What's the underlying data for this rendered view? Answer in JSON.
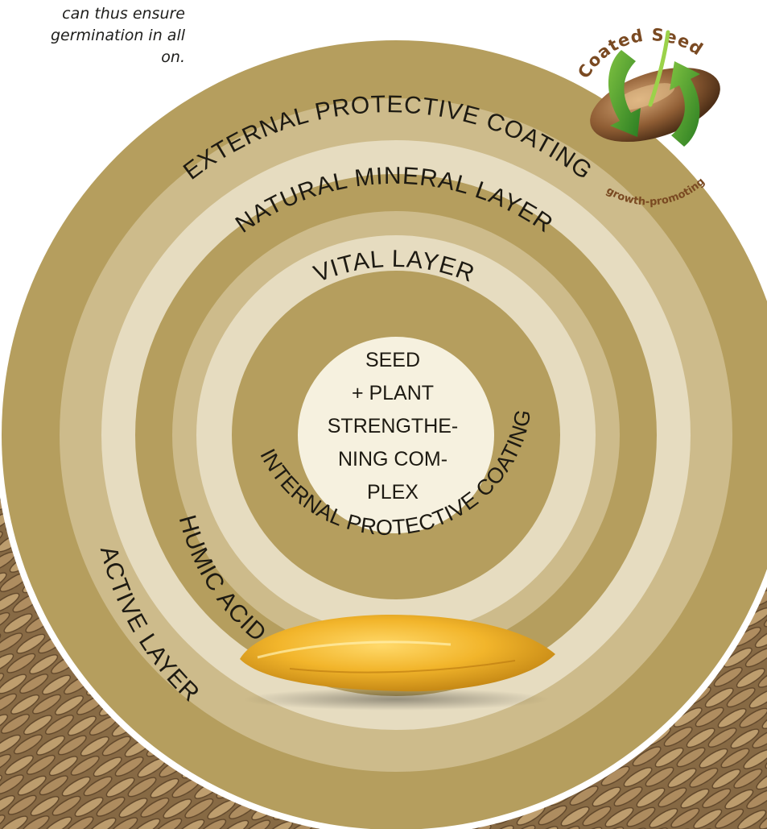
{
  "intro_lines": [
    "can thus ensure",
    "germination in all",
    "on."
  ],
  "ring_labels": {
    "external": "EXTERNAL PROTECTIVE COATING",
    "mineral": "NATURAL MINERAL LAYER",
    "vital": "VITAL LAYER",
    "internal": "INTERNAL PROTECTIVE COATING",
    "humic": "HUMIC ACID",
    "active": "ACTIVE LAYER"
  },
  "core_lines": [
    "SEED",
    "+ PLANT",
    "STRENGTHE-",
    "NING COM-",
    "PLEX"
  ],
  "badge": {
    "title": "Coated Seed",
    "subtitle": "growth-promoting"
  },
  "colors": {
    "ring_dark": "#b59e5e",
    "ring_mid": "#cdbb8b",
    "ring_light": "#e6dcc0",
    "core": "#f6f1df",
    "label": "#1d1a12",
    "badge_text": "#7a4a22",
    "arrow_green": "#3e9a2a"
  }
}
